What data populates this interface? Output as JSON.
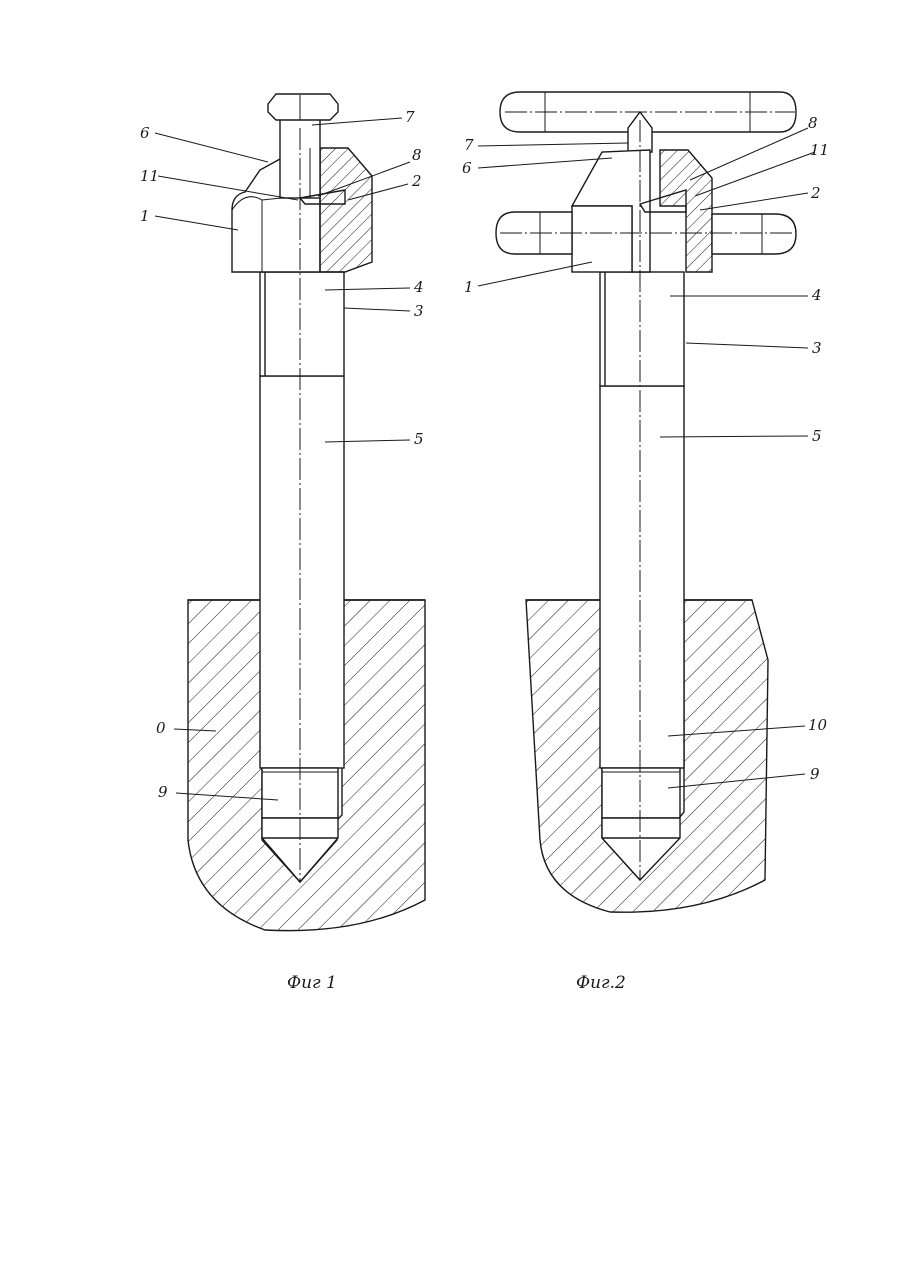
{
  "figures": [
    {
      "caption": "Фиг 1",
      "labels": {
        "1": "1",
        "2": "2",
        "3": "3",
        "4": "4",
        "5": "5",
        "6": "6",
        "7": "7",
        "8": "8",
        "9": "9",
        "10": "0",
        "11": "11"
      }
    },
    {
      "caption": "Фиг.2",
      "labels": {
        "1": "1",
        "2": "2",
        "3": "3",
        "4": "4",
        "5": "5",
        "6": "6",
        "7": "7",
        "8": "8",
        "9": "9",
        "10": "10",
        "11": "11"
      }
    }
  ]
}
